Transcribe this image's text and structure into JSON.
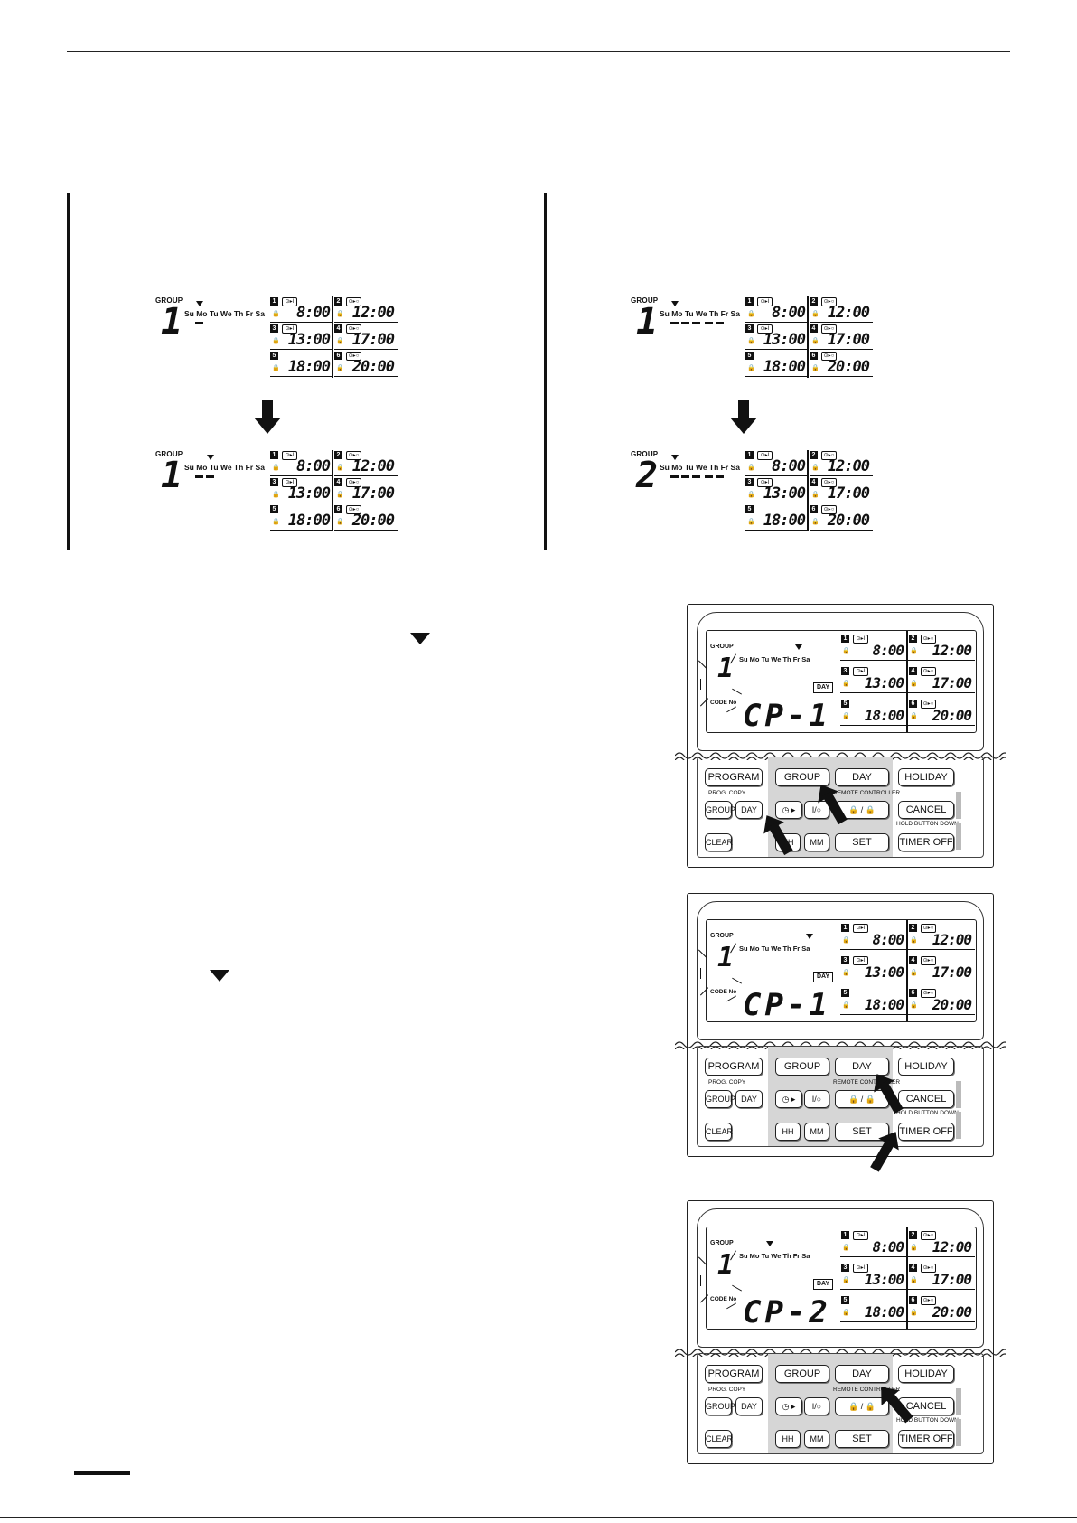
{
  "lcd": {
    "group_label": "GROUP",
    "days": "Su Mo Tu We Th Fr Sa",
    "slots": [
      {
        "num": "1",
        "icon": "⊙▸I",
        "time": "8:00"
      },
      {
        "num": "2",
        "icon": "⊙▸○",
        "time": "12:00"
      },
      {
        "num": "3",
        "icon": "⊙▸I",
        "time": "13:00"
      },
      {
        "num": "4",
        "icon": "⊙▸○",
        "time": "17:00"
      },
      {
        "num": "5",
        "icon": "",
        "time": "18:00"
      },
      {
        "num": "6",
        "icon": "⊙▸○",
        "time": "20:00"
      }
    ]
  },
  "left_example": {
    "before": {
      "group": "1"
    },
    "after": {
      "group": "1"
    }
  },
  "right_example": {
    "before": {
      "group": "1"
    },
    "after": {
      "group": "2"
    }
  },
  "remote": {
    "code_label": "CODE No",
    "day_badge": "DAY",
    "buttons": {
      "program": "PROGRAM",
      "group": "GROUP",
      "day": "DAY",
      "holiday": "HOLIDAY",
      "prog_copy": "PROG. COPY",
      "copy_group": "GROUP",
      "copy_day": "DAY",
      "clock": "◷ ▸",
      "onoff": "I/○",
      "lock": "🔒 / 🔒",
      "cancel": "CANCEL",
      "hold": "HOLD BUTTON DOWN",
      "clear": "CLEAR",
      "hh": "HH",
      "mm": "MM",
      "set": "SET",
      "timer_off": "TIMER OFF",
      "remote_controller": "REMOTE CONTROLLER"
    },
    "panels": [
      {
        "group": "1",
        "code": "CP-1"
      },
      {
        "group": "1",
        "code": "CP-1"
      },
      {
        "group": "1",
        "code": "CP-2"
      }
    ]
  }
}
